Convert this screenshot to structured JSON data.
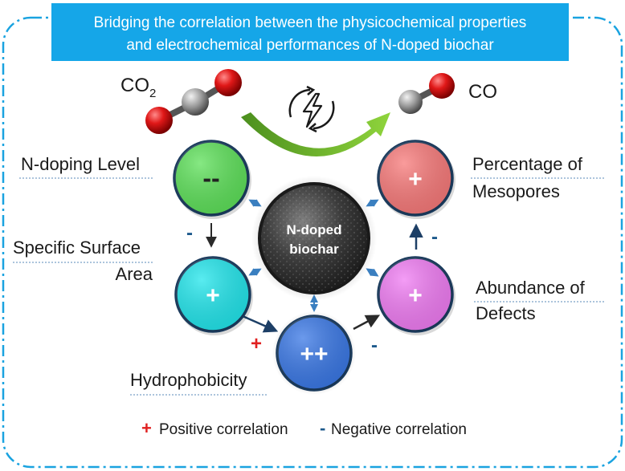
{
  "title": {
    "line1": "Bridging the correlation between the physicochemical properties",
    "line2": "and electrochemical performances of N-doped biochar"
  },
  "molecules": {
    "reactant_prefix": "CO",
    "reactant_subscript": "2",
    "product": "CO"
  },
  "center": {
    "line1": "N-doped",
    "line2": "biochar"
  },
  "nodes": {
    "n_doping": {
      "label": "N-doping Level",
      "sign": "--",
      "color": "#5ee15a"
    },
    "surface_area": {
      "label_line1": "Specific Surface",
      "label_line2": "Area",
      "sign": "+",
      "color": "#22e6ec"
    },
    "hydrophobicity": {
      "label": "Hydrophobicity",
      "sign": "++",
      "color": "#3a78e6"
    },
    "defects": {
      "label_line1": "Abundance of",
      "label_line2": "Defects",
      "sign": "+",
      "color": "#f07cf3"
    },
    "mesopores": {
      "label_line1": "Percentage of",
      "label_line2": "Mesopores",
      "sign": "+",
      "color": "#f87a7a"
    }
  },
  "edge_signs": {
    "ndoping_to_surface": "-",
    "surface_to_hydro": "+",
    "hydro_to_defects": "-",
    "defects_to_mesopores": "-"
  },
  "legend": {
    "positive_symbol": "+",
    "positive_text": "Positive correlation",
    "negative_symbol": "-",
    "negative_text": "Negative correlation"
  },
  "colors": {
    "title_bg": "#15a6e8",
    "border": "#1aa3e0",
    "positive": "#e02020",
    "negative": "#1d5a8c",
    "arrow_dark": "#2a2a2a",
    "small_arrow": "#3a7fc0",
    "green_arrow": "#6cbf2a"
  },
  "icons": {
    "energy": "lightning-cycle-icon"
  }
}
